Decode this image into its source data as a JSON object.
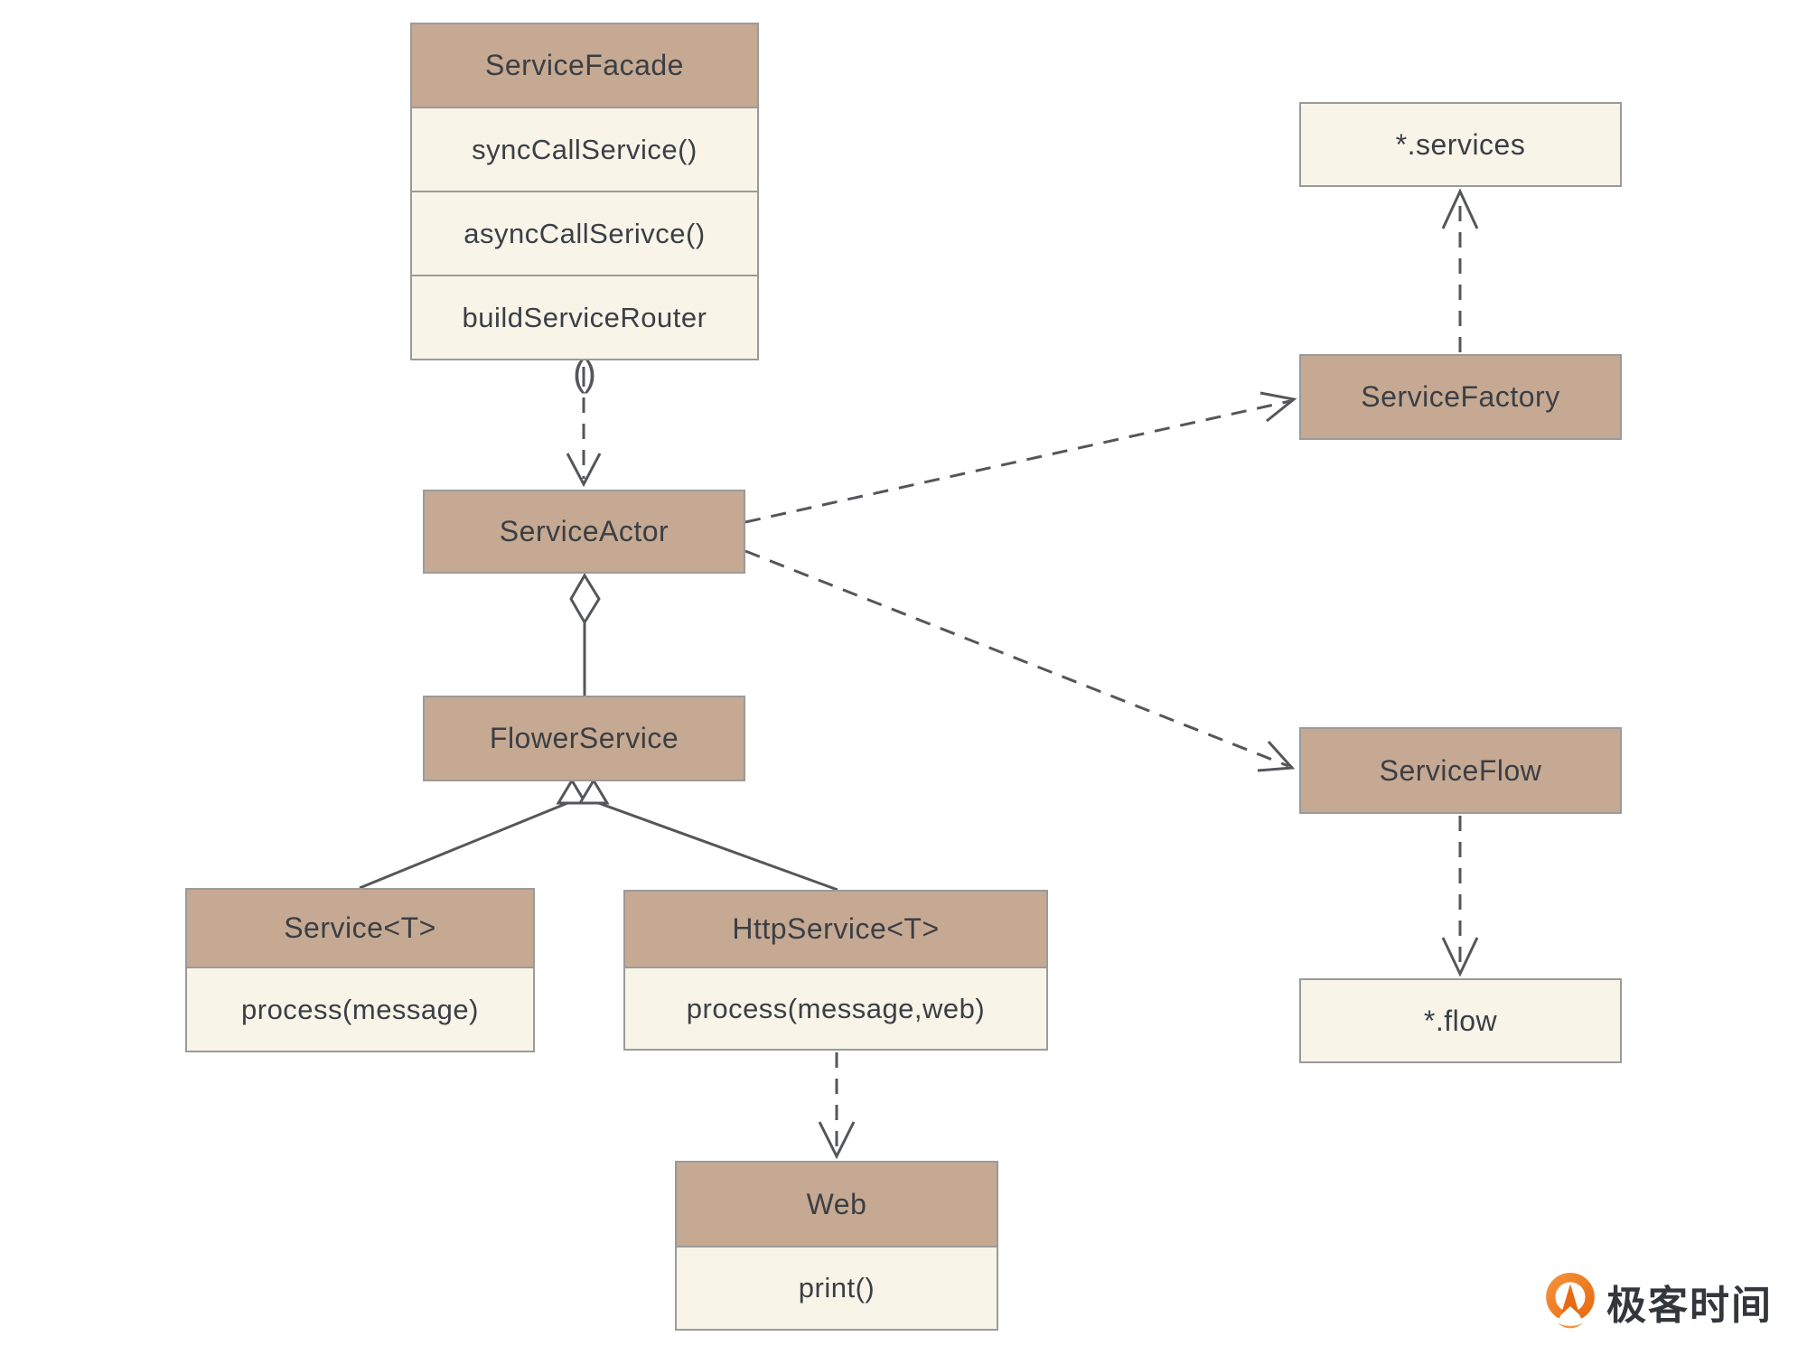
{
  "colors": {
    "header_fill": "#c6a992",
    "body_fill": "#f8f4e8",
    "border": "#9a9a9a",
    "line": "#54565a",
    "text": "#3b3f45",
    "logo_orange": "#f5913a",
    "logo_orange_dark": "#e86a10",
    "logo_text_color": "#33373c"
  },
  "nodes": {
    "service_facade": {
      "title": "ServiceFacade",
      "methods": [
        "syncCallService()",
        "asyncCallSerivce()",
        "buildServiceRouter"
      ]
    },
    "service_actor": {
      "title": "ServiceActor"
    },
    "flower_service": {
      "title": "FlowerService"
    },
    "service_t": {
      "title": "Service<T>",
      "methods": [
        "process(message)"
      ]
    },
    "http_service_t": {
      "title": "HttpService<T>",
      "methods": [
        "process(message,web)"
      ]
    },
    "web": {
      "title": "Web",
      "methods": [
        "print()"
      ]
    },
    "services_file": {
      "title": "*.services"
    },
    "service_factory": {
      "title": "ServiceFactory"
    },
    "service_flow": {
      "title": "ServiceFlow"
    },
    "flow_file": {
      "title": "*.flow"
    }
  },
  "icons": {
    "socket_glyph": "()"
  },
  "brand": {
    "logo_text": "极客时间"
  }
}
